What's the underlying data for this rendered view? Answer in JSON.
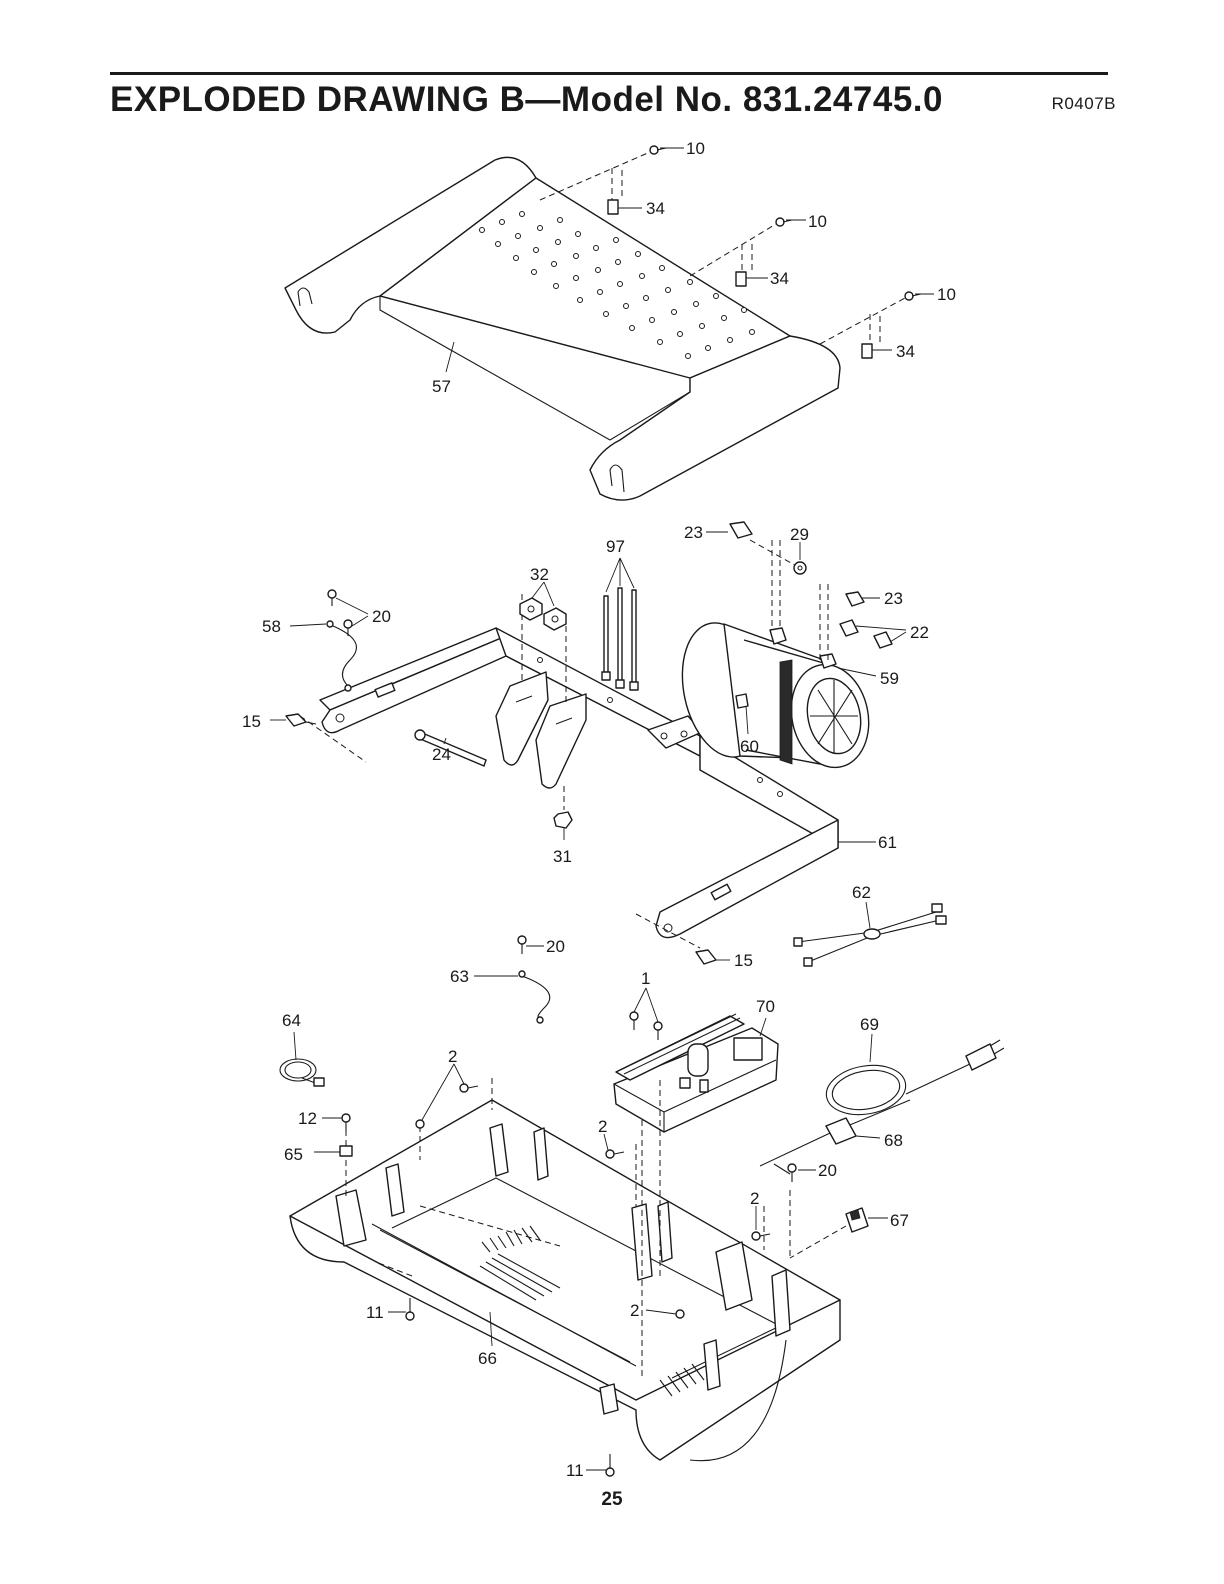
{
  "header": {
    "title": "EXPLODED DRAWING B—Model No. 831.24745.0",
    "code": "R0407B"
  },
  "page_number": "25",
  "callouts": {
    "c10a": "10",
    "c10b": "10",
    "c10c": "10",
    "c34a": "34",
    "c34b": "34",
    "c34c": "34",
    "c57": "57",
    "c97": "97",
    "c23a": "23",
    "c29": "29",
    "c23b": "23",
    "c22": "22",
    "c59": "59",
    "c60": "60",
    "c32": "32",
    "c20a": "20",
    "c58": "58",
    "c15a": "15",
    "c24": "24",
    "c31": "31",
    "c61": "61",
    "c62": "62",
    "c20b": "20",
    "c63": "63",
    "c15b": "15",
    "c1": "1",
    "c70": "70",
    "c69": "69",
    "c64": "64",
    "c2a": "2",
    "c12": "12",
    "c65": "65",
    "c2b": "2",
    "c68": "68",
    "c20c": "20",
    "c2c": "2",
    "c67": "67",
    "c11a": "11",
    "c2d": "2",
    "c66": "66",
    "c11b": "11"
  }
}
